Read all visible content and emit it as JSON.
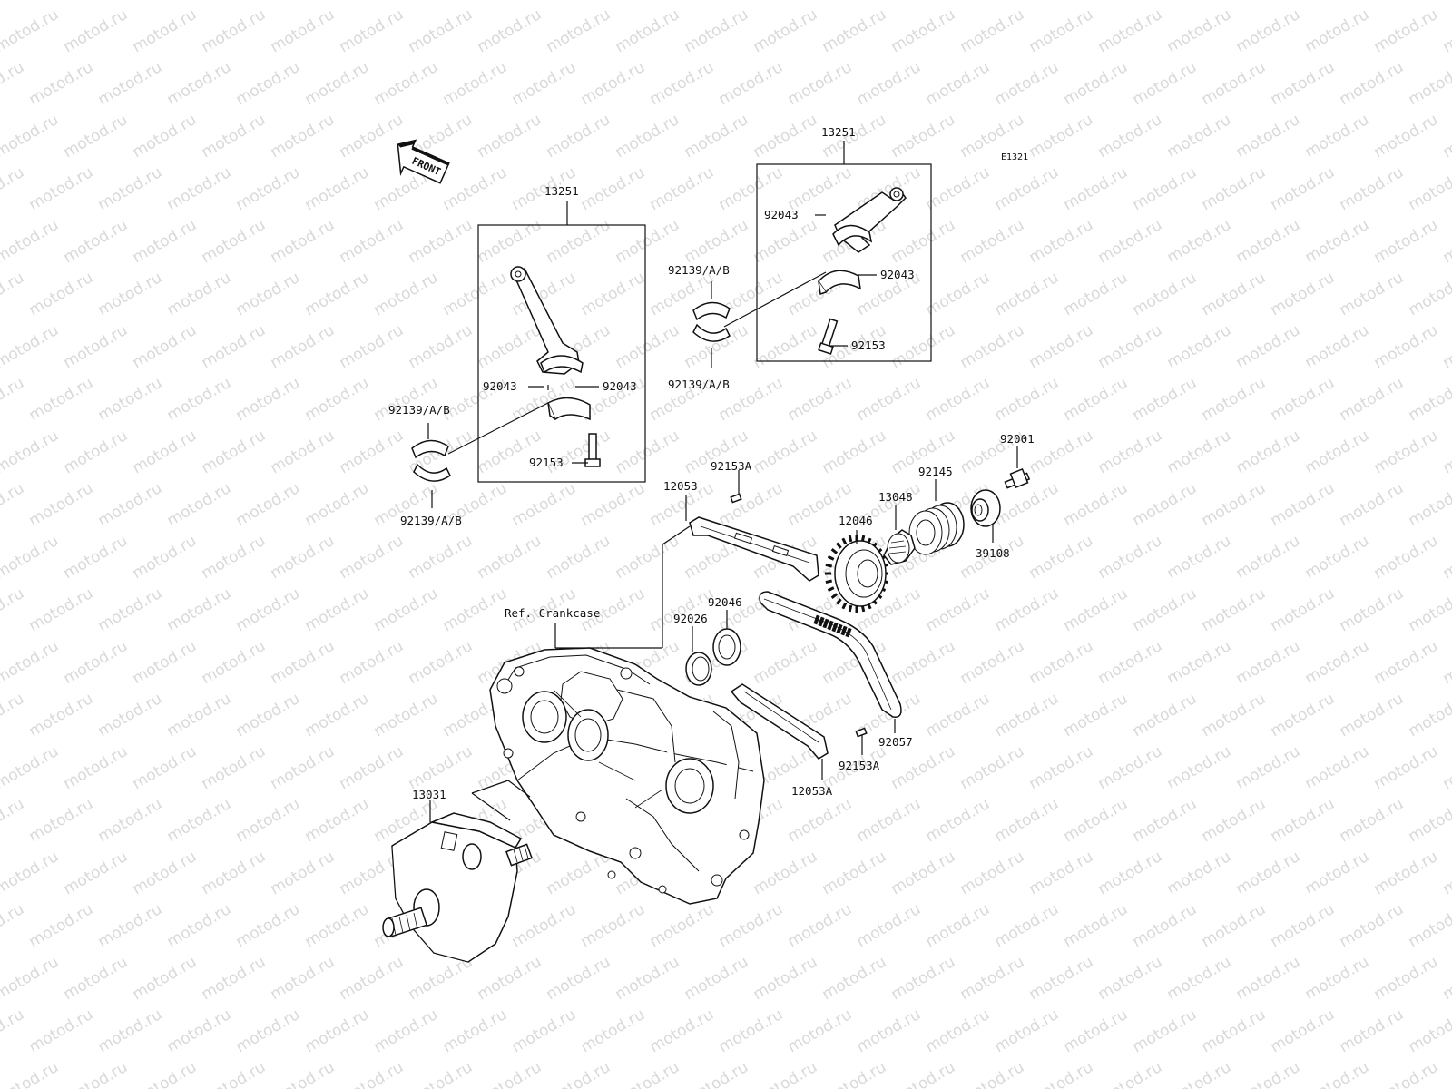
{
  "diagram_id": "E1321",
  "front_label": "FRONT",
  "watermark": "motod.ru",
  "labels": {
    "rod_box_right_top": "13251",
    "rod_box_left_top": "13251",
    "pin_right_a": "92043",
    "pin_right_b": "92043",
    "bolt_right": "92153",
    "bearing_mid_top": "92139/A/B",
    "bearing_mid_bottom": "92139/A/B",
    "pin_left_a": "92043",
    "pin_left_b": "92043",
    "bolt_left": "92153",
    "bearing_left_top": "92139/A/B",
    "bearing_left_bottom": "92139/A/B",
    "bolt_92001": "92001",
    "spring_92145": "92145",
    "cap_39108": "39108",
    "bearing_13048": "13048",
    "gear_12046": "12046",
    "bolt_92153A_top": "92153A",
    "guide_12053": "12053",
    "ring_92046": "92046",
    "ring_92026": "92026",
    "ref_crankcase": "Ref. Crankcase",
    "chain_92057": "92057",
    "bolt_92153A_bottom": "92153A",
    "guide_12053A": "12053A",
    "crank_13031": "13031"
  }
}
